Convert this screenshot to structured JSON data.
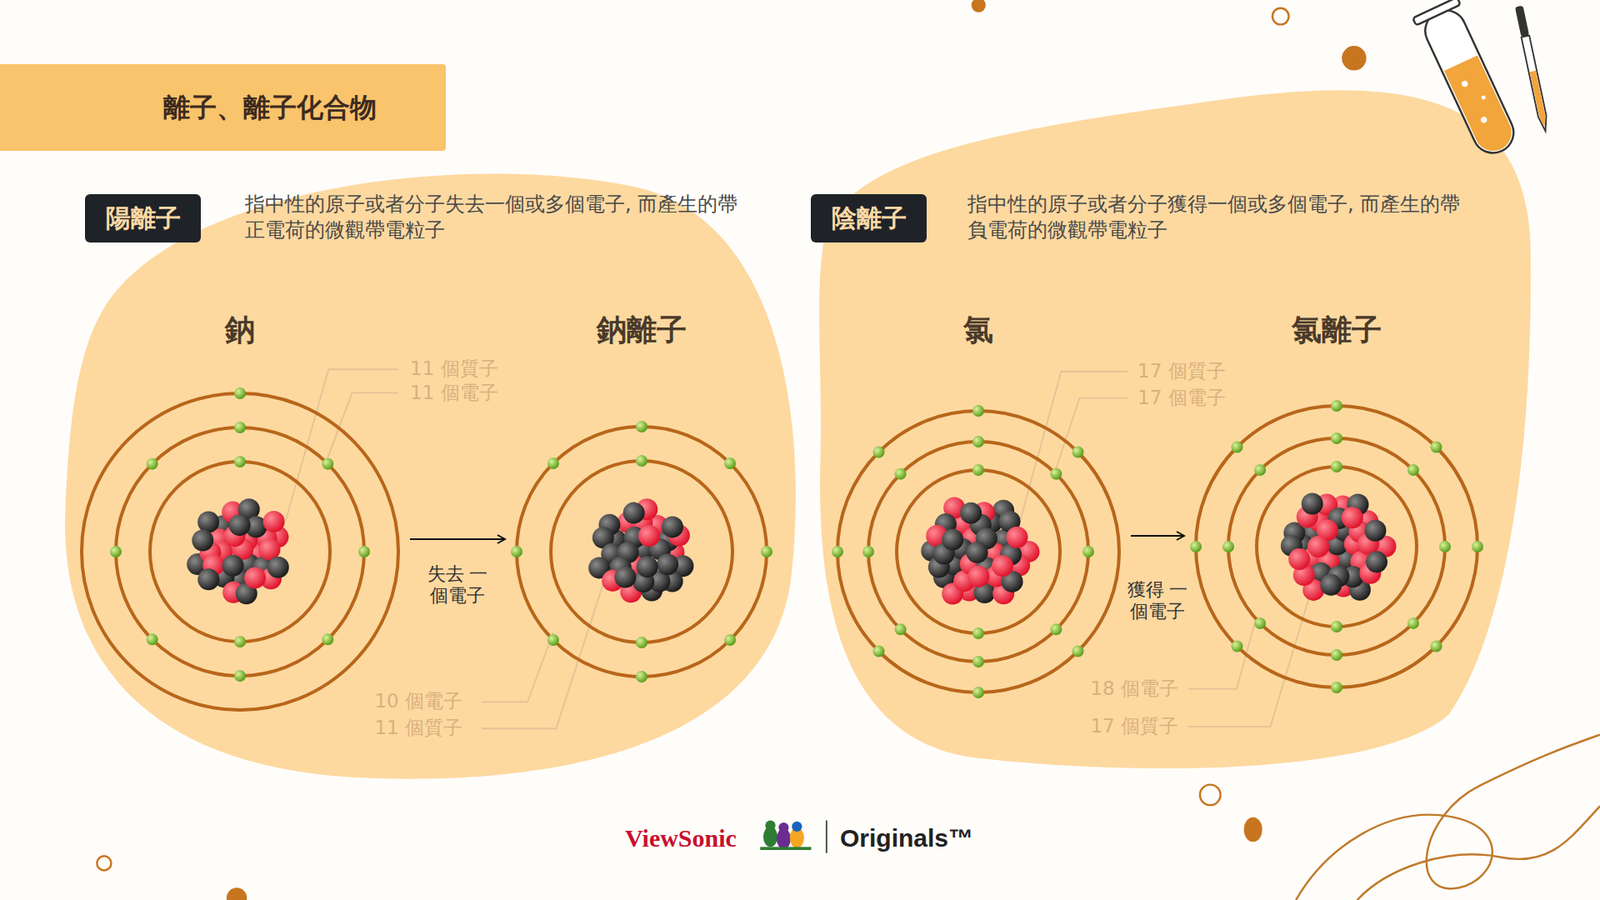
{
  "diagram": {
    "title": "離子、離子化合物",
    "nodes": [
      {
        "text": [
          "陽離子"
        ]
      },
      {
        "text": [
          "陰離子"
        ]
      },
      {
        "text": [
          "鈉"
        ]
      },
      {
        "text": [
          "鈉離子"
        ]
      },
      {
        "text": [
          "氯"
        ]
      },
      {
        "text": [
          "氯離子"
        ]
      }
    ],
    "edges": [
      {
        "from": 2,
        "to": 3,
        "arrow": "to",
        "label": "失去 一個電子"
      },
      {
        "from": 4,
        "to": 5,
        "arrow": "to",
        "label": "獲得 一個電子"
      }
    ],
    "labels": [
      "指中性的原子或者分子失去一個或多個電子, 而產生的帶正電荷的微觀帶電粒子",
      "指中性的原子或者分子獲得一個或多個電子, 而產生的帶負電荷的微觀帶電粒子",
      "11 個質子",
      "11 個電子",
      "10 個電子",
      "11 個質子",
      "17 個質子",
      "17 個電子",
      "18 個電子",
      "17 個質子",
      "ViewSonic",
      "Originals™"
    ]
  }
}
